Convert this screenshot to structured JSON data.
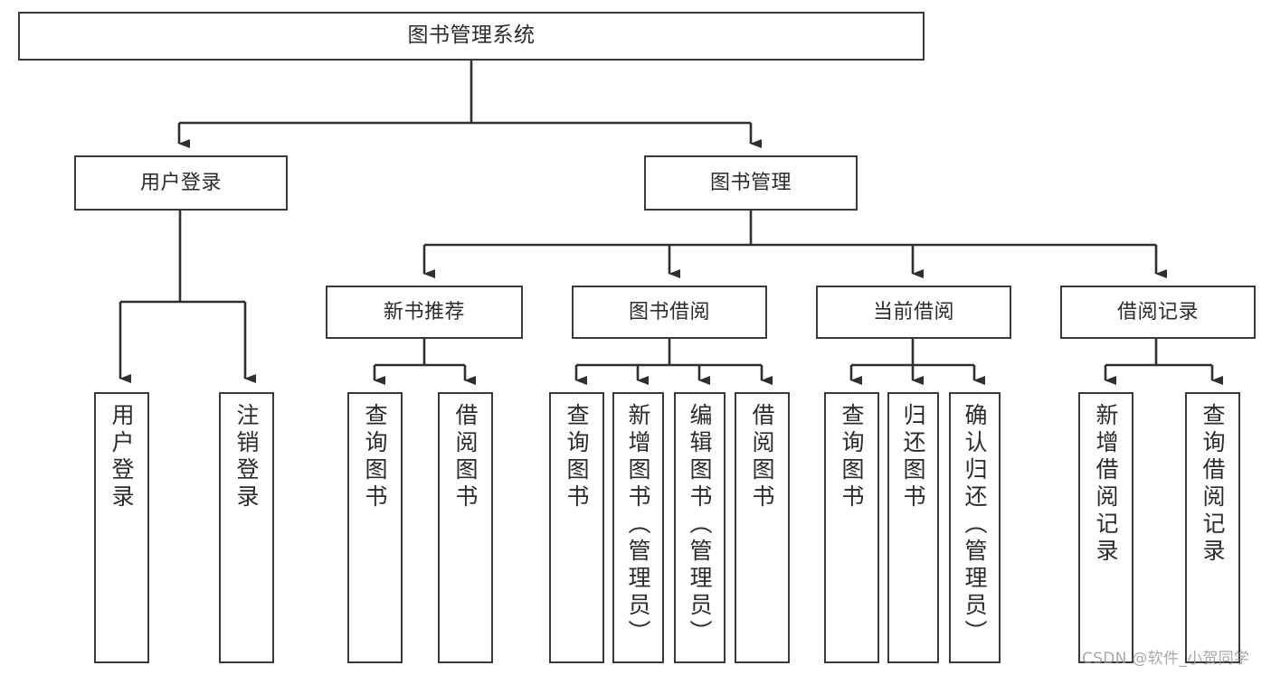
{
  "diagram": {
    "type": "hierarchy-tree",
    "title": "图书管理系统",
    "levels": 4,
    "root": {
      "label": "图书管理系统"
    },
    "level2": [
      {
        "label": "用户登录"
      },
      {
        "label": "图书管理"
      }
    ],
    "level3": [
      {
        "label": "新书推荐"
      },
      {
        "label": "图书借阅"
      },
      {
        "label": "当前借阅"
      },
      {
        "label": "借阅记录"
      }
    ],
    "leaves": {
      "user_login": [
        {
          "label": "用户登录"
        },
        {
          "label": "注销登录"
        }
      ],
      "new_book_recommend": [
        {
          "label": "查询图书"
        },
        {
          "label": "借阅图书"
        }
      ],
      "book_borrow": [
        {
          "label": "查询图书"
        },
        {
          "label": "新增图书（管理员）"
        },
        {
          "label": "编辑图书（管理员）"
        },
        {
          "label": "借阅图书"
        }
      ],
      "current_borrow": [
        {
          "label": "查询图书"
        },
        {
          "label": "归还图书"
        },
        {
          "label": "确认归还（管理员）"
        }
      ],
      "borrow_record": [
        {
          "label": "新增借阅记录"
        },
        {
          "label": "查询借阅记录"
        }
      ]
    }
  },
  "watermark": {
    "text": "CSDN @软件_小贺同学"
  },
  "colors": {
    "border": "#3a3a3a",
    "text": "#2b2b2b",
    "background": "#ffffff",
    "connector": "#2f2f2f",
    "watermark": "#9a9a9a"
  }
}
